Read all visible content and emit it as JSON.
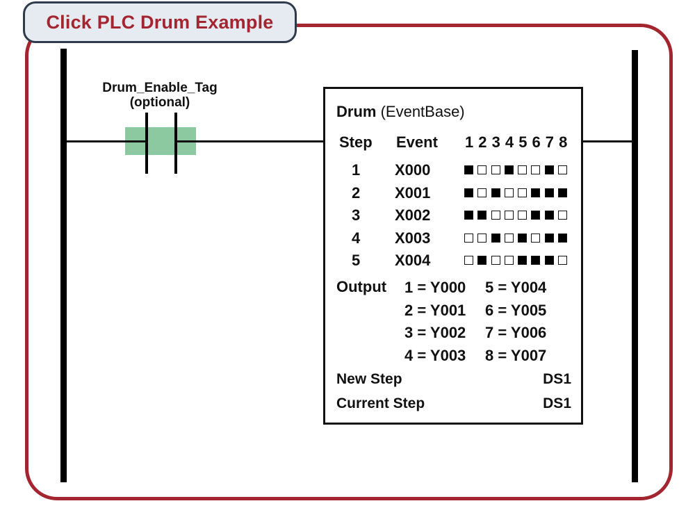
{
  "title": "Click PLC Drum Example",
  "contact": {
    "tag": "Drum_Enable_Tag",
    "note": "(optional)"
  },
  "drum": {
    "name": "Drum",
    "type": "(EventBase)",
    "headers": {
      "step": "Step",
      "event": "Event",
      "numbers": [
        "1",
        "2",
        "3",
        "4",
        "5",
        "6",
        "7",
        "8"
      ]
    },
    "rows": [
      {
        "step": "1",
        "event": "X000",
        "pattern": [
          1,
          0,
          0,
          1,
          0,
          0,
          1,
          0
        ]
      },
      {
        "step": "2",
        "event": "X001",
        "pattern": [
          1,
          0,
          1,
          0,
          0,
          1,
          1,
          1
        ]
      },
      {
        "step": "3",
        "event": "X002",
        "pattern": [
          1,
          1,
          0,
          0,
          0,
          1,
          1,
          0
        ]
      },
      {
        "step": "4",
        "event": "X003",
        "pattern": [
          0,
          0,
          1,
          0,
          1,
          0,
          1,
          1
        ]
      },
      {
        "step": "5",
        "event": "X004",
        "pattern": [
          0,
          1,
          0,
          0,
          1,
          1,
          1,
          0
        ]
      }
    ],
    "output_label": "Output",
    "outputs_left": [
      "1 = Y000",
      "2 = Y001",
      "3 = Y002",
      "4 = Y003"
    ],
    "outputs_right": [
      "5 = Y004",
      "6 = Y005",
      "7 = Y006",
      "8 = Y007"
    ],
    "new_step_label": "New Step",
    "new_step_value": "DS1",
    "current_step_label": "Current Step",
    "current_step_value": "DS1"
  },
  "colors": {
    "accent": "#a32530",
    "tab_bg": "#e6eaf1",
    "contact": "#8cc9a0"
  }
}
